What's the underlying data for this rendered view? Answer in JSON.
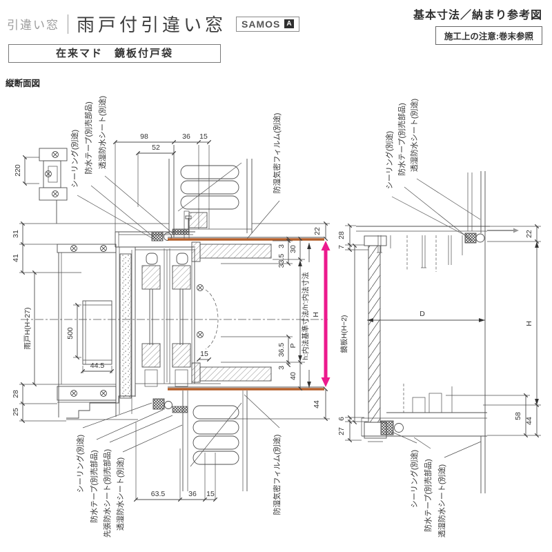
{
  "header": {
    "category": "引違い窓",
    "title": "雨戸付引違い窓",
    "badge": "SAMOS",
    "badge_mark": "A",
    "ref_title": "基本寸法／納まり参考図",
    "note": "施工上の注意:巻末参照",
    "spec": "在来マド　鏡板付戸袋",
    "section": "縦断面図"
  },
  "colors": {
    "line": "#4d4d4d",
    "accent_orange": "#b45f2a",
    "accent_magenta": "#ec1a8d"
  },
  "left": {
    "bracket_dim": "220",
    "callouts_top": [
      "シーリング(別途)",
      "防水テープ(別売部品)",
      "透湿防水シート(別途)",
      "防湿気密フィルム(別途)"
    ],
    "callouts_bottom": [
      "シーリング(別途)",
      "防水テープ(別売部品)",
      "先張防水シート(別売部品)",
      "透湿防水シート(別途)",
      "防湿気密フィルム(別途)"
    ],
    "dims_top": [
      "98",
      "52",
      "36",
      "15"
    ],
    "dims_left": [
      "31",
      "41",
      "28",
      "25"
    ],
    "shutter_height": "雨戸H(H−27)",
    "dim_500": "500",
    "dim_445": "44.5",
    "dim_15_inner": "15",
    "dims_right": {
      "t22": "22",
      "g3": "3",
      "g30": "30",
      "g335": "33.5",
      "g365": "36.5",
      "p": "P",
      "g3b": "3",
      "g40": "40",
      "b44": "44",
      "h": "H"
    },
    "axis_label": "h:内法基準寸法/h':内法寸法",
    "dims_bottom": [
      "63.5",
      "36",
      "15"
    ]
  },
  "right": {
    "callouts_top": [
      "シーリング(別途)",
      "防水テープ(別売部品)",
      "透湿防水シート(別途)"
    ],
    "callouts_bottom": [
      "シーリング(別途)",
      "防水テープ(別売部品)",
      "透湿防水シート(別途)"
    ],
    "dims_left": [
      "28",
      "7",
      "6",
      "27"
    ],
    "panel_height": "鏡板H(H−2)",
    "dim_d": "D",
    "dims_right": [
      "22",
      "H",
      "58",
      "44"
    ]
  }
}
